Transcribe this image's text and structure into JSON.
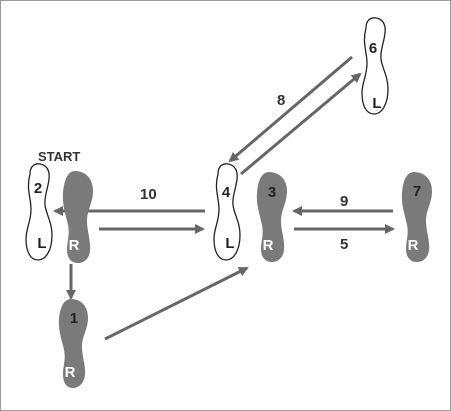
{
  "diagram": {
    "start_label": "START",
    "colors": {
      "arrow": "#666666",
      "right_foot_fill": "#7a7a7a",
      "left_foot_fill": "#ffffff",
      "left_foot_stroke": "#222222"
    },
    "footprints": [
      {
        "id": "fp-2",
        "number": "2",
        "side": "L",
        "kind": "left"
      },
      {
        "id": "fp-start-r",
        "number": "",
        "side": "R",
        "kind": "right"
      },
      {
        "id": "fp-1",
        "number": "1",
        "side": "R",
        "kind": "right"
      },
      {
        "id": "fp-4",
        "number": "4",
        "side": "L",
        "kind": "left"
      },
      {
        "id": "fp-3",
        "number": "3",
        "side": "R",
        "kind": "right"
      },
      {
        "id": "fp-6",
        "number": "6",
        "side": "L",
        "kind": "left"
      },
      {
        "id": "fp-7",
        "number": "7",
        "side": "R",
        "kind": "right"
      }
    ],
    "arrow_labels": {
      "a8": "8",
      "a10": "10",
      "a9": "9",
      "a5": "5"
    }
  }
}
